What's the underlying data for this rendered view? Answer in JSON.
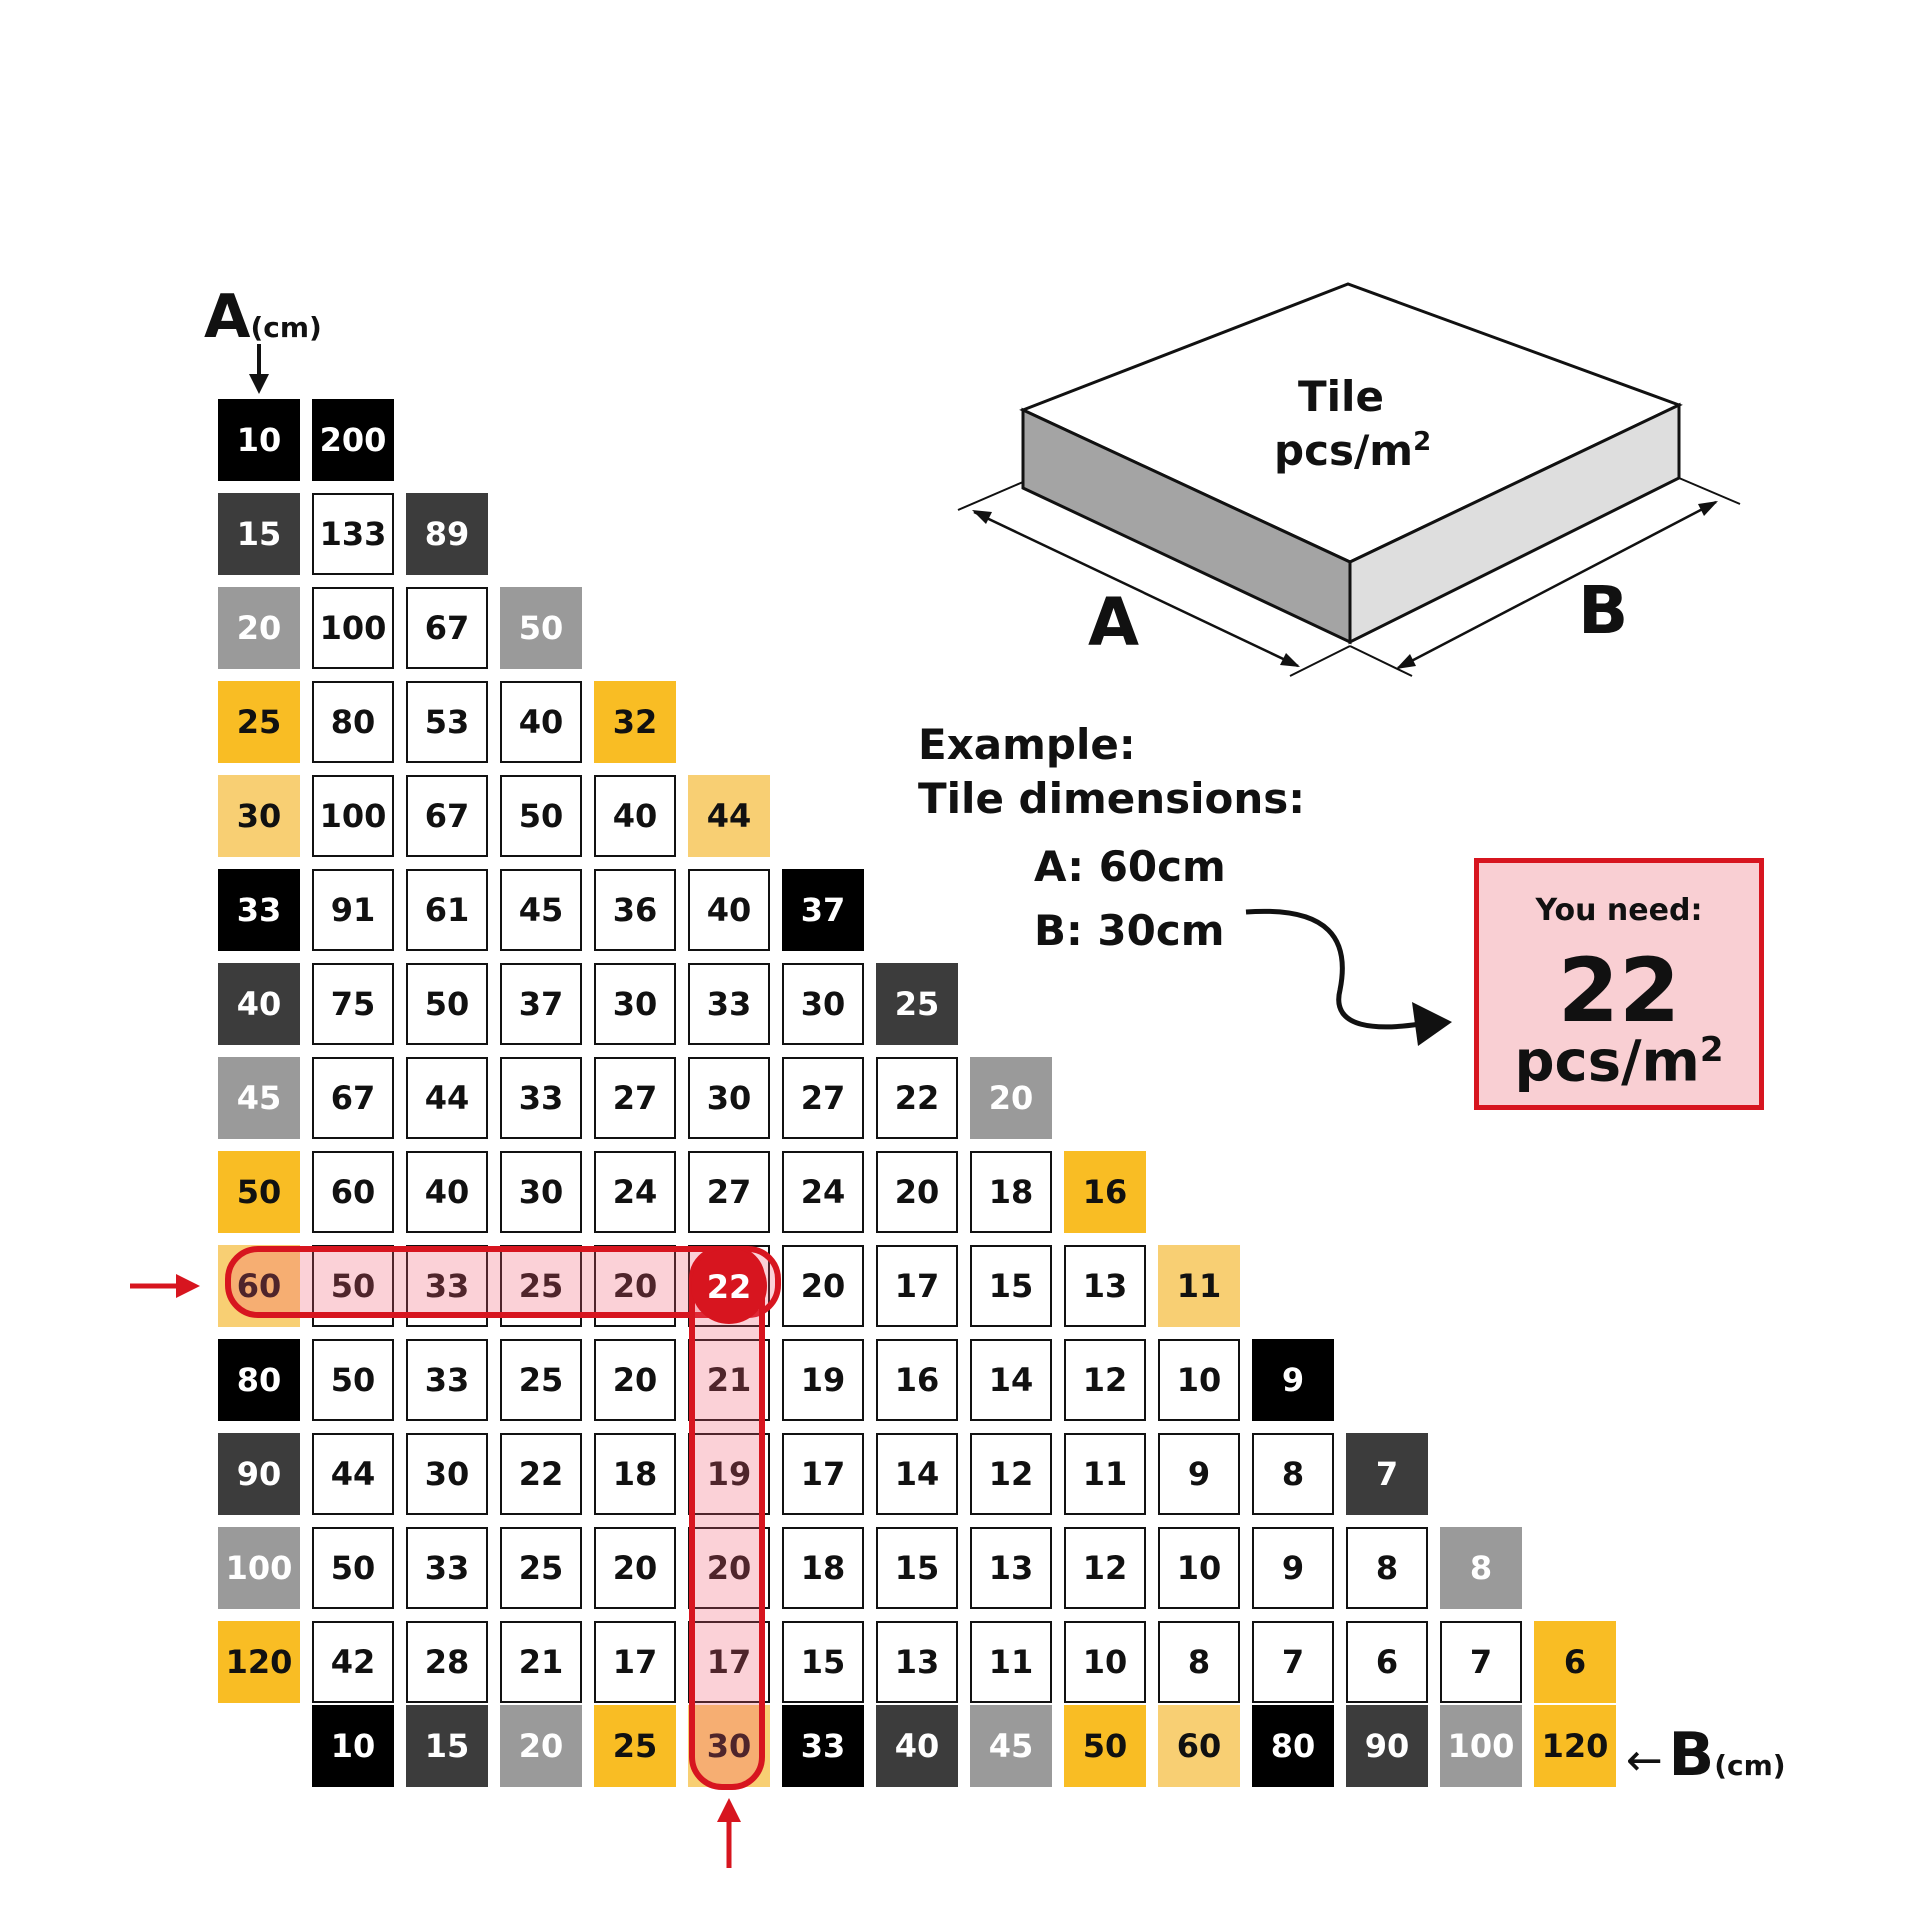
{
  "axis": {
    "a_letter": "A",
    "a_unit": "(cm)",
    "b_letter": "B",
    "b_unit": "(cm)",
    "b_arrow": "←"
  },
  "tile": {
    "title": "Tile",
    "unit_base": "pcs/m",
    "unit_sup": "2",
    "label_a": "A",
    "label_b": "B"
  },
  "example": {
    "heading": "Example:",
    "subheading": "Tile dimensions:",
    "a_line": "A: 60cm",
    "b_line": "B: 30cm"
  },
  "result": {
    "label": "You need:",
    "value": "22",
    "unit_base": "pcs/m",
    "unit_sup": "2"
  },
  "colors": {
    "black": "#000000",
    "dark_gray": "#3c3c3c",
    "light_gray": "#9a9a9a",
    "yellow": "#f9bd24",
    "light_yellow": "#f8cf73",
    "highlight_red": "#d7151f",
    "highlight_fill": "#f9cfd3"
  },
  "chart_data": {
    "type": "table",
    "a_values": [
      10,
      15,
      20,
      25,
      30,
      33,
      40,
      45,
      50,
      60,
      80,
      90,
      100,
      120
    ],
    "b_values": [
      10,
      15,
      20,
      25,
      30,
      33,
      40,
      45,
      50,
      60,
      80,
      90,
      100,
      120
    ],
    "header_styles": [
      "black",
      "dark",
      "light",
      "yellow",
      "lightyellow",
      "black",
      "dark",
      "light",
      "yellow",
      "lightyellow",
      "black",
      "dark",
      "light",
      "yellow"
    ],
    "rows": [
      [
        200
      ],
      [
        133,
        89
      ],
      [
        100,
        67,
        50
      ],
      [
        80,
        53,
        40,
        32
      ],
      [
        100,
        67,
        50,
        40,
        44
      ],
      [
        91,
        61,
        45,
        36,
        40,
        37
      ],
      [
        75,
        50,
        37,
        30,
        33,
        30,
        25
      ],
      [
        67,
        44,
        33,
        27,
        30,
        27,
        22,
        20
      ],
      [
        60,
        40,
        30,
        24,
        27,
        24,
        20,
        18,
        16
      ],
      [
        50,
        33,
        25,
        20,
        22,
        20,
        17,
        15,
        13,
        11
      ],
      [
        50,
        33,
        25,
        20,
        21,
        19,
        16,
        14,
        12,
        10,
        9
      ],
      [
        44,
        30,
        22,
        18,
        19,
        17,
        14,
        12,
        11,
        9,
        8,
        7
      ],
      [
        50,
        33,
        25,
        20,
        20,
        18,
        15,
        13,
        12,
        10,
        9,
        8,
        8
      ],
      [
        42,
        28,
        21,
        17,
        17,
        15,
        13,
        11,
        10,
        8,
        7,
        6,
        7,
        6
      ]
    ],
    "highlight": {
      "a": 60,
      "b": 30,
      "value": 22
    }
  }
}
